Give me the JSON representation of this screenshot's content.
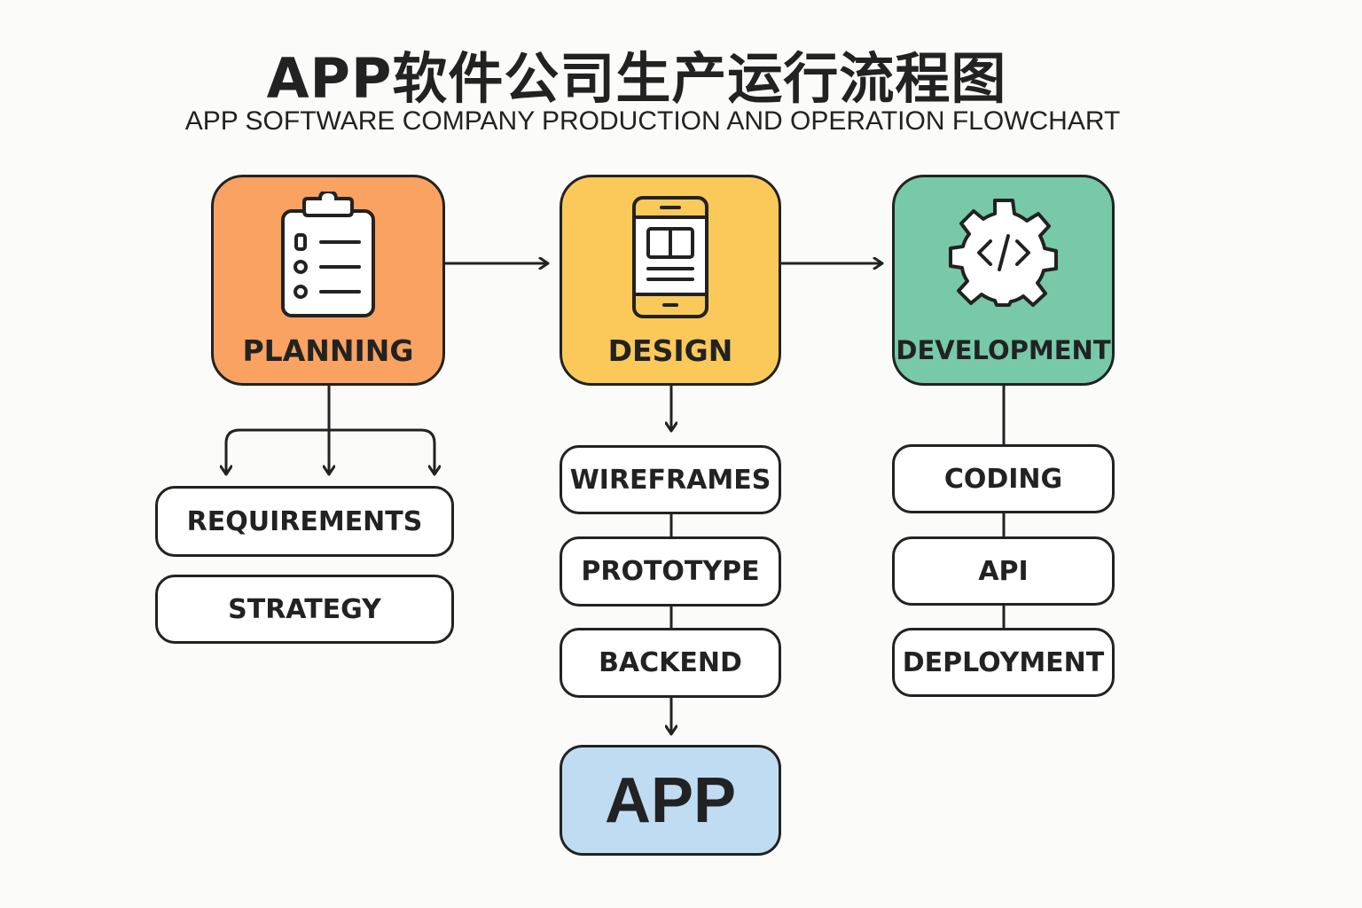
{
  "title": {
    "chinese": "APP软件公司生产运行流程图",
    "english": "APP SOFTWARE COMPANY PRODUCTION AND OPERATION FLOWCHART"
  },
  "stages": [
    {
      "id": "planning",
      "label": "PLANNING",
      "icon": "clipboard-checklist-icon",
      "color": "#f9a262",
      "children": [
        "REQUIREMENTS",
        "STRATEGY"
      ]
    },
    {
      "id": "design",
      "label": "DESIGN",
      "icon": "smartphone-icon",
      "color": "#fac95a",
      "children": [
        "WIREFRAMES",
        "PROTOTYPE",
        "BACKEND"
      ]
    },
    {
      "id": "development",
      "label": "DEVELOPMENT",
      "icon": "gear-code-icon",
      "color": "#77c9a8",
      "children": [
        "CODING",
        "API",
        "DEPLOYMENT"
      ]
    }
  ],
  "output": {
    "label": "APP",
    "color": "#bfdcf3"
  },
  "flow": [
    {
      "from": "PLANNING",
      "to": "DESIGN"
    },
    {
      "from": "DESIGN",
      "to": "DEVELOPMENT"
    },
    {
      "from": "BACKEND",
      "to": "APP"
    }
  ]
}
